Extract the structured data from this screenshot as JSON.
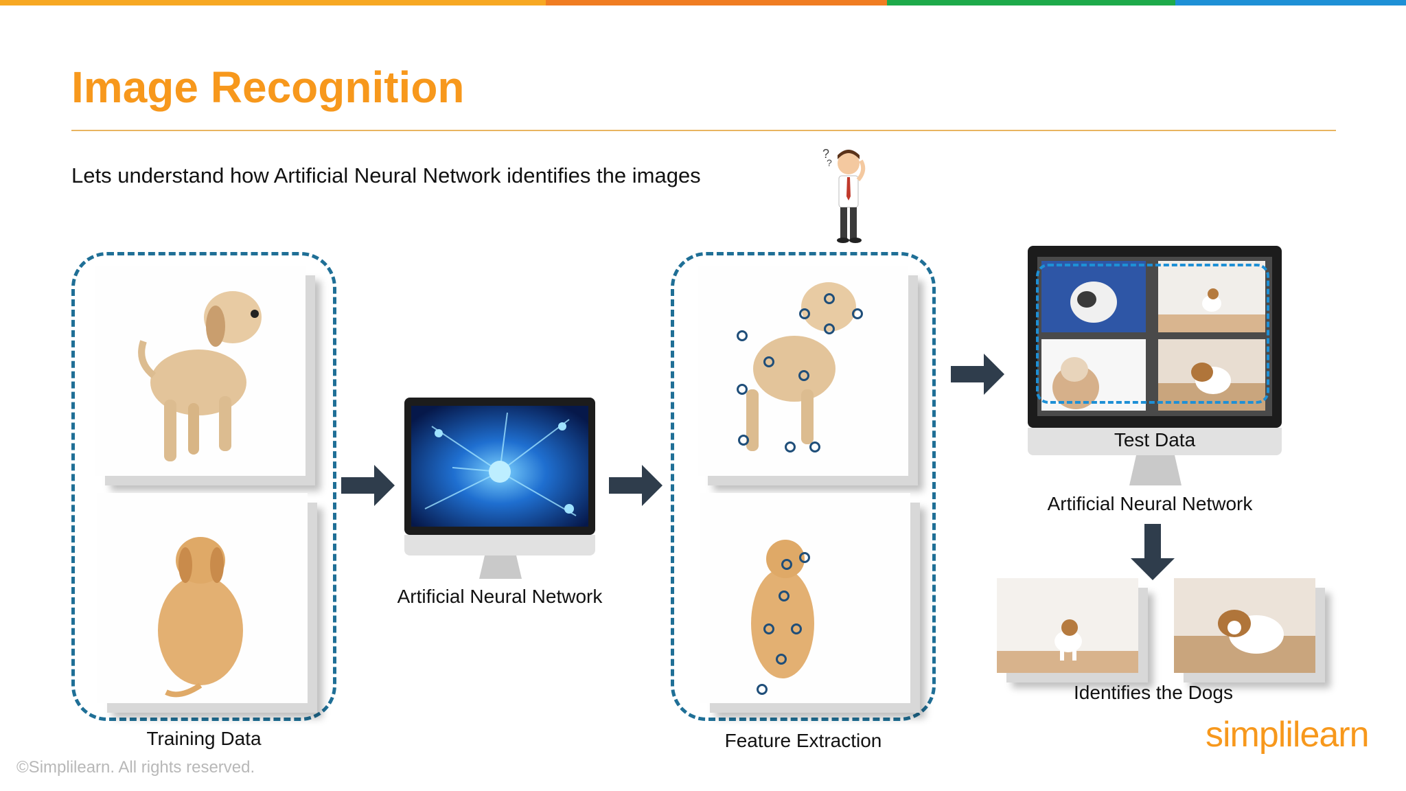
{
  "colors": {
    "title": "#f7981c",
    "accent_bar": [
      "#f7a823",
      "#f07d22",
      "#1eaa4a",
      "#1e90d6"
    ],
    "dash": "#1f6f96",
    "arrow": "#2f3d4c",
    "feature_dot": "#1f4e79"
  },
  "slide": {
    "title": "Image Recognition",
    "subtitle": "Lets understand how Artificial Neural Network identifies the images"
  },
  "stages": {
    "training_label": "Training Data",
    "ann_label_1": "Artificial Neural Network",
    "feature_label": "Feature Extraction",
    "test_label": "Test Data",
    "ann_label_2": "Artificial Neural Network",
    "result_label": "Identifies the Dogs"
  },
  "icons": {
    "right_arrow": "right-arrow-icon",
    "down_arrow": "down-arrow-icon",
    "confused_person": "confused-person-icon",
    "monitor": "monitor-icon"
  },
  "footer": {
    "copyright": "©Simplilearn. All rights reserved.",
    "logo_text": "simplilearn"
  }
}
